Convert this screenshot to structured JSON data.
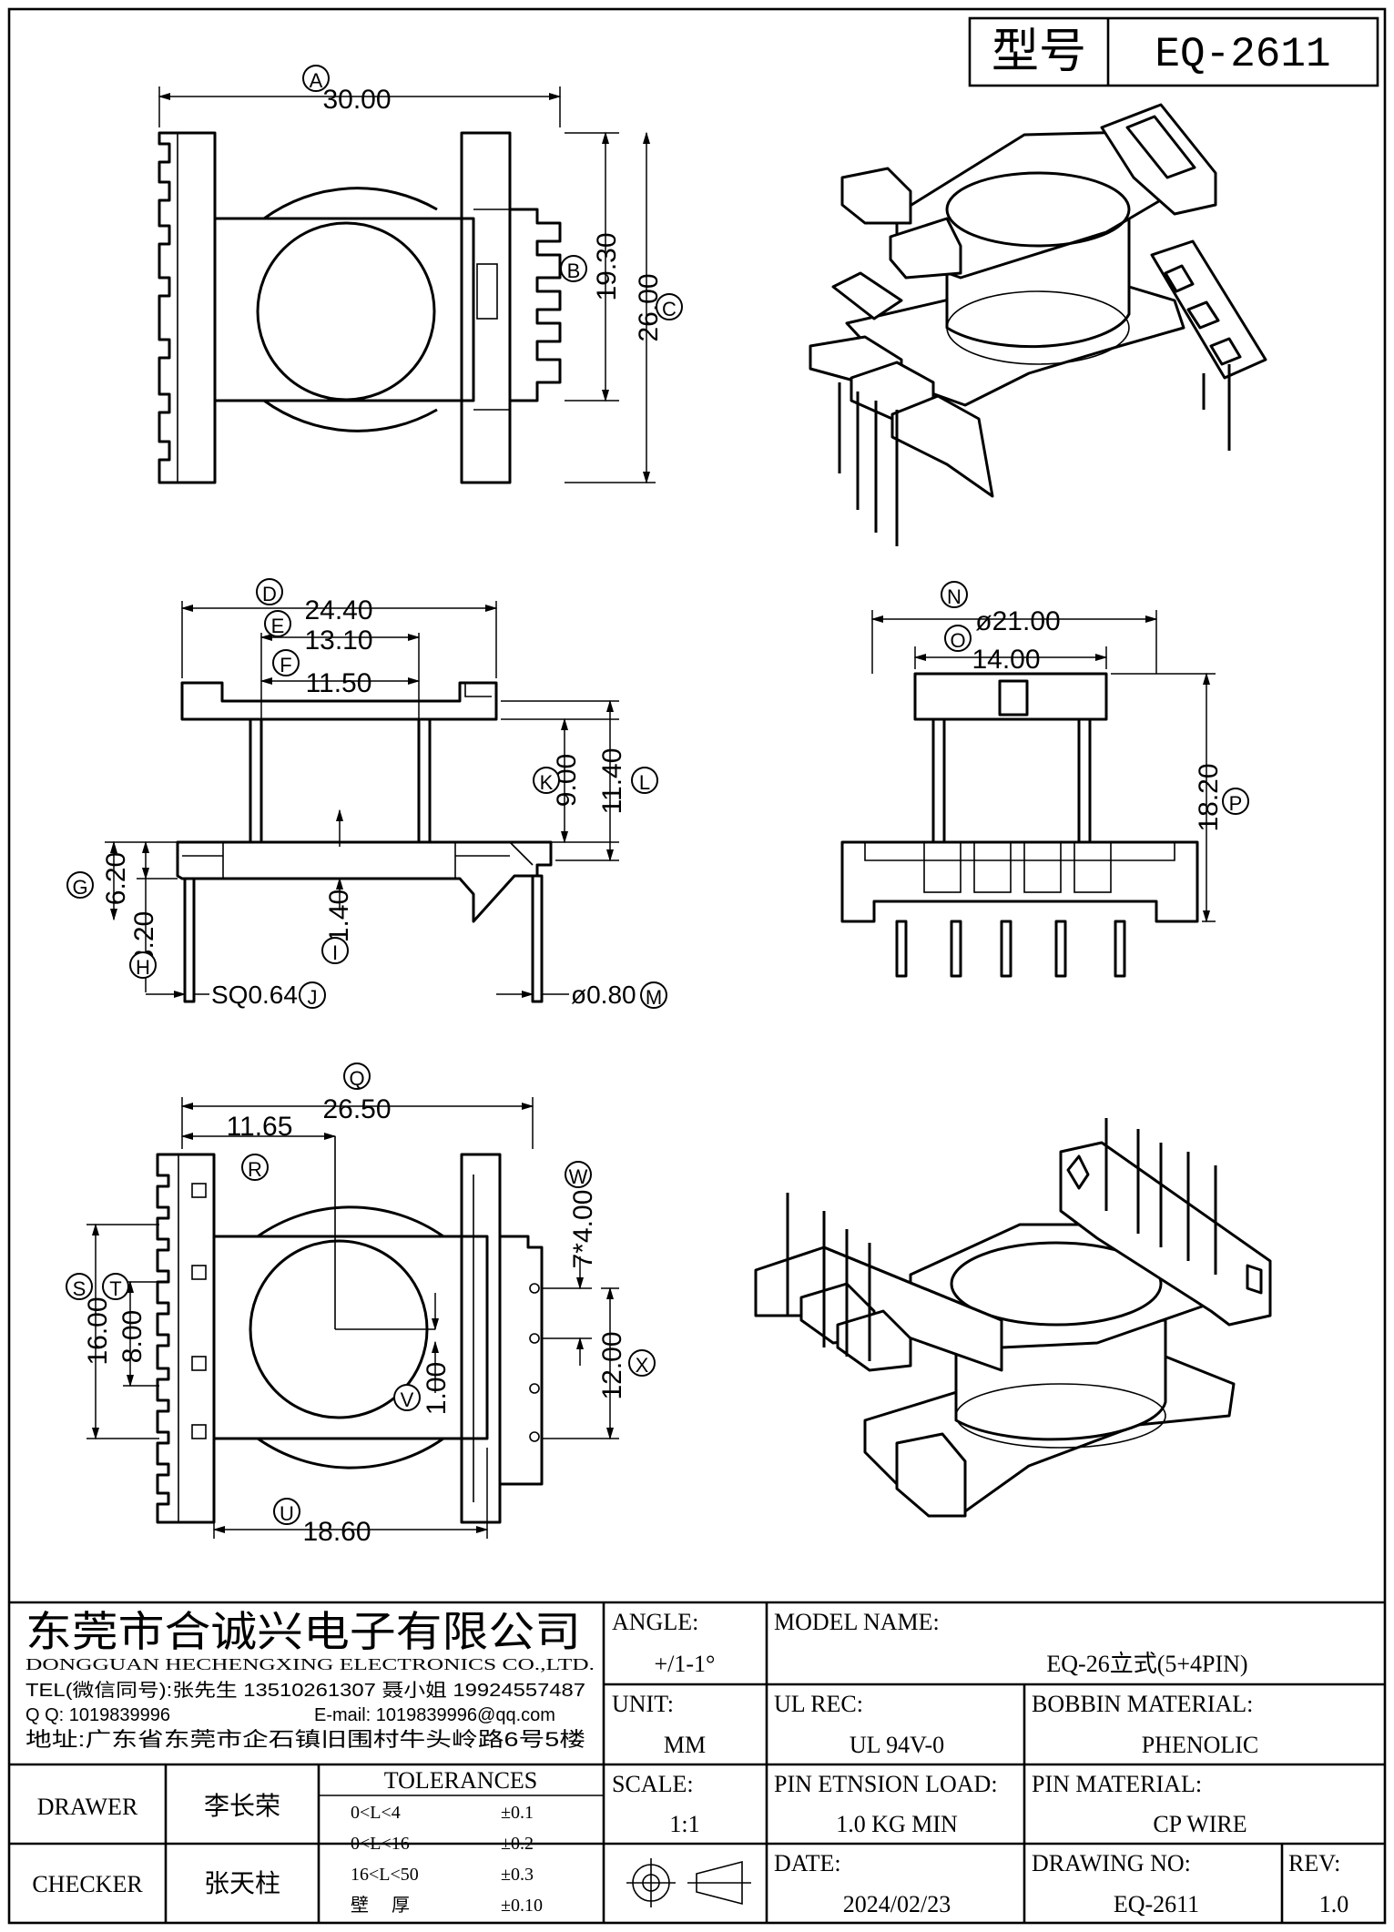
{
  "header": {
    "model_label": "型号",
    "model_value": "EQ-2611"
  },
  "dims": {
    "A": {
      "tag": "A",
      "value": "30.00"
    },
    "B": {
      "tag": "B",
      "value": "19.30"
    },
    "C": {
      "tag": "C",
      "value": "26.00"
    },
    "D": {
      "tag": "D",
      "value": "24.40"
    },
    "E": {
      "tag": "E",
      "value": "13.10"
    },
    "F": {
      "tag": "F",
      "value": "11.50"
    },
    "G": {
      "tag": "G",
      "value": "6.20"
    },
    "H": {
      "tag": "H",
      "value": "3.20"
    },
    "I": {
      "tag": "I",
      "value": "1.40"
    },
    "J": {
      "tag": "J",
      "value": "SQ0.64"
    },
    "K": {
      "tag": "K",
      "value": "9.00"
    },
    "L": {
      "tag": "L",
      "value": "11.40"
    },
    "M": {
      "tag": "M",
      "value": "ø0.80"
    },
    "N": {
      "tag": "N",
      "value": "ø21.00"
    },
    "O": {
      "tag": "O",
      "value": "14.00"
    },
    "P": {
      "tag": "P",
      "value": "18.20"
    },
    "Q": {
      "tag": "Q",
      "value": "26.50"
    },
    "R": {
      "tag": "R",
      "value": "11.65"
    },
    "S": {
      "tag": "S",
      "value": "16.00"
    },
    "T": {
      "tag": "T",
      "value": "8.00"
    },
    "U": {
      "tag": "U",
      "value": "18.60"
    },
    "V": {
      "tag": "V",
      "value": "1.00"
    },
    "W": {
      "tag": "W",
      "value": "7*4.00"
    },
    "X": {
      "tag": "X",
      "value": "12.00"
    }
  },
  "company": {
    "name_cn": "东莞市合诚兴电子有限公司",
    "name_en": "DONGGUAN HECHENGXING ELECTRONICS CO.,LTD.",
    "tel": "TEL(微信同号):张先生 13510261307 聂小姐 19924557487",
    "qq": "Q Q: 1019839996",
    "email": "E-mail: 1019839996@qq.com",
    "address": "地址:广东省东莞市企石镇旧围村牛头岭路6号5楼"
  },
  "title_block": {
    "angle_label": "ANGLE:",
    "angle_value": "+/1-1°",
    "unit_label": "UNIT:",
    "unit_value": "MM",
    "scale_label": "SCALE:",
    "scale_value": "1:1",
    "model_name_label": "MODEL NAME:",
    "model_name_value": "EQ-26立式(5+4PIN)",
    "ul_rec_label": "UL REC:",
    "ul_rec_value": "UL 94V-0",
    "bobbin_material_label": "BOBBIN MATERIAL:",
    "bobbin_material_value": "PHENOLIC",
    "pin_tension_label": "PIN ETNSION LOAD:",
    "pin_tension_value": "1.0 KG MIN",
    "pin_material_label": "PIN MATERIAL:",
    "pin_material_value": "CP WIRE",
    "date_label": "DATE:",
    "date_value": "2024/02/23",
    "drawing_no_label": "DRAWING NO:",
    "drawing_no_value": "EQ-2611",
    "rev_label": "REV:",
    "rev_value": "1.0",
    "drawer_label": "DRAWER",
    "drawer_value": "李长荣",
    "checker_label": "CHECKER",
    "checker_value": "张天柱",
    "tolerances_label": "TOLERANCES",
    "tolerances": [
      {
        "range": "0<L<4",
        "value": "±0.1"
      },
      {
        "range": "0<L<16",
        "value": "±0.2"
      },
      {
        "range": "16<L<50",
        "value": "±0.3"
      },
      {
        "range": "壁　 厚",
        "value": "±0.10"
      }
    ]
  }
}
